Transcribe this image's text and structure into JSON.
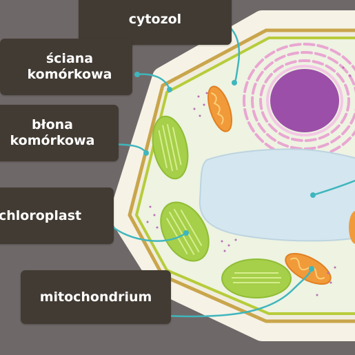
{
  "labels": {
    "cytozol": "cytozol",
    "sciana_line1": "ściana",
    "sciana_line2": "komórkowa",
    "blona_line1": "błona",
    "blona_line2": "komórkowa",
    "chloroplast": "chloroplast",
    "mitochondrium": "mitochondrium"
  },
  "colors": {
    "background": "#6f6868",
    "label_box": "#423b33",
    "label_text": "#ffffff",
    "leader_line": "#3fb6bd",
    "cell_wall_outer": "#f6f2e6",
    "cell_wall_gold": "#c9a54b",
    "cell_membrane": "#b7cc3a",
    "cytosol": "#eef3e2",
    "nucleus": "#9b4fa8",
    "endoplasmic_reticulum": "#e9a6d2",
    "vacuole": "#d4e6ef",
    "chloroplast": "#a6cf4a",
    "mitochondrion": "#f19a3a",
    "granule_dots": "#b86fb4"
  }
}
